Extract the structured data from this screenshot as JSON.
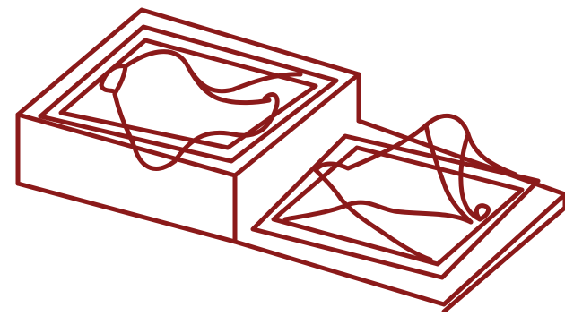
{
  "figure": {
    "stroke_color": "#8b1a1a",
    "background_color": "#ffffff",
    "components": [
      {
        "id": "tall-block",
        "description_icon": "raised-frame-with-wavy-membrane"
      },
      {
        "id": "low-block",
        "description_icon": "shallow-frame-with-peaked-membrane"
      }
    ]
  }
}
